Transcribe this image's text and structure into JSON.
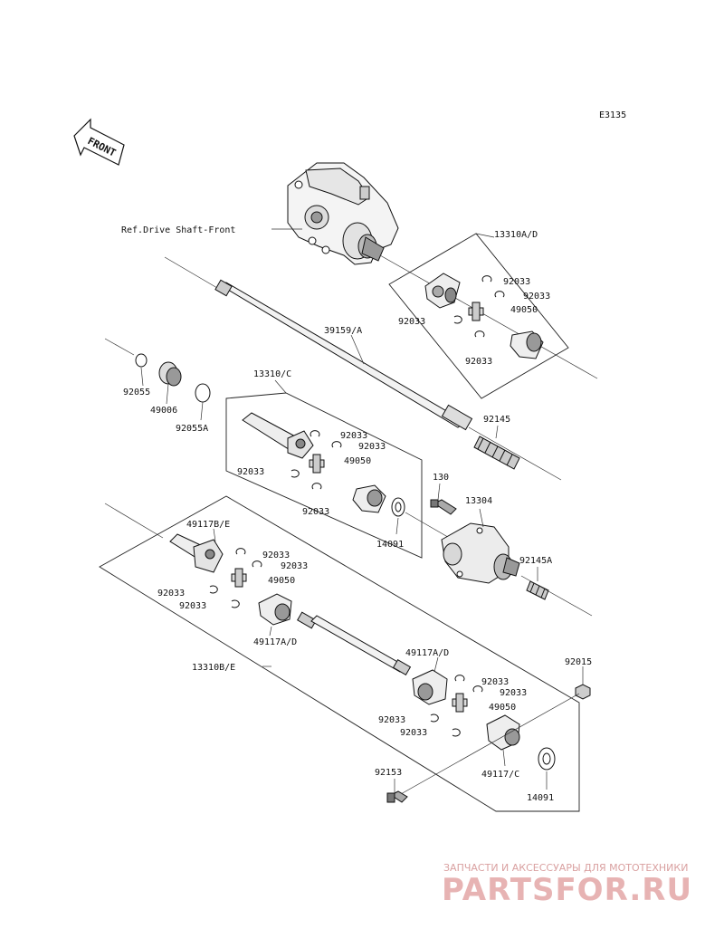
{
  "diagram_code": "E3135",
  "front_marker": "FRONT",
  "labels": {
    "ref_drive_shaft": "Ref.Drive Shaft-Front",
    "l13310AD": "13310A/D",
    "l92033_a": "92033",
    "l92033_b": "92033",
    "l49050_a": "49050",
    "l92033_c": "92033",
    "l92033_d": "92033",
    "l39159A": "39159/A",
    "l92055": "92055",
    "l49006": "49006",
    "l92055A": "92055A",
    "l13310C": "13310/C",
    "l92033_e": "92033",
    "l92033_f": "92033",
    "l49050_b": "49050",
    "l92033_g": "92033",
    "l92033_h": "92033",
    "l92145": "92145",
    "l130": "130",
    "l13304": "13304",
    "l14091_a": "14091",
    "l49117BE": "49117B/E",
    "l92033_i": "92033",
    "l92033_j": "92033",
    "l49050_c": "49050",
    "l92033_k": "92033",
    "l92033_l": "92033",
    "l92145A": "92145A",
    "l49117AD_a": "49117A/D",
    "l13310BE": "13310B/E",
    "l49117AD_b": "49117A/D",
    "l92033_m": "92033",
    "l92033_n": "92033",
    "l49050_d": "49050",
    "l92033_o": "92033",
    "l92033_p": "92033",
    "l92015": "92015",
    "l92153": "92153",
    "l49117C": "49117/C",
    "l14091_b": "14091"
  },
  "watermark": {
    "top_line": "ЗАПЧАСТИ И АКСЕССУАРЫ ДЛЯ МОТОТЕХНИКИ",
    "brand": "PARTSFOR.RU"
  }
}
